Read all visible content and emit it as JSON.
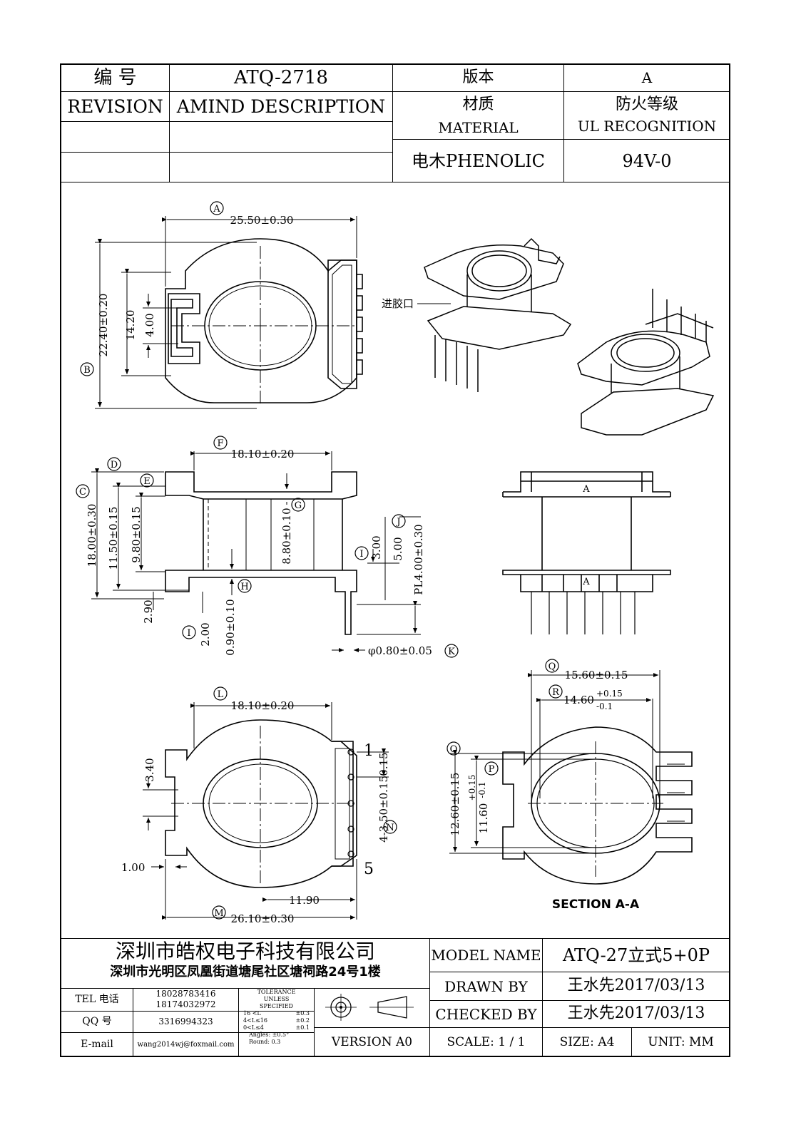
{
  "header": {
    "number_label": "编  号",
    "part_number": "ATQ-2718",
    "version_label": "版本",
    "version_value": "A",
    "revision_label": "REVISION",
    "amend_label": "AMIND DESCRIPTION",
    "material_label_cn": "材质",
    "material_label_en": "MATERIAL",
    "ul_label_cn": "防火等级",
    "ul_label_en": "UL RECOGNITION",
    "material_value": "电木PHENOLIC",
    "ul_value": "94V-0"
  },
  "dimensions": {
    "A": {
      "tag": "A",
      "text": "25.50±0.30"
    },
    "B": {
      "tag": "B",
      "text": "22.40±0.20"
    },
    "top_14": "14.20",
    "top_4": "4.00",
    "F": {
      "tag": "F",
      "text": "18.10±0.20"
    },
    "C": {
      "tag": "C",
      "text": "18.00±0.30"
    },
    "D": {
      "tag": "D"
    },
    "E": {
      "tag": "E"
    },
    "side_1150": "11.50±0.15",
    "side_980": "9.80±0.15",
    "G": {
      "tag": "G",
      "text": "8.80±0.10"
    },
    "H": {
      "tag": "H"
    },
    "side_290": "2.90",
    "I": {
      "tag": "I"
    },
    "side_200": "2.00",
    "side_090": "0.90±0.10",
    "side_300": "3.00",
    "J": {
      "tag": "J"
    },
    "side_500": "5.00",
    "side_pl": "PL4.00±0.30",
    "K": {
      "tag": "K",
      "text": "φ0.80±0.05"
    },
    "L": {
      "tag": "L",
      "text": "18.10±0.20"
    },
    "bot_340": "3.40",
    "bot_100": "1.00",
    "bot_1190": "11.90",
    "M": {
      "tag": "M",
      "text": "26.10±0.30"
    },
    "pin_1": "1",
    "pin_5": "5",
    "bot_015": "0.15",
    "N": {
      "tag": "N",
      "text": "4-3.50±0.15"
    },
    "Q": {
      "tag": "Q",
      "text": "15.60±0.15"
    },
    "R": {
      "tag": "R",
      "text": "14.60",
      "tol_up": "+0.15",
      "tol_dn": "-0.1"
    },
    "O": {
      "tag": "O",
      "text": "12.60±0.15"
    },
    "P": {
      "tag": "P",
      "text": "11.60",
      "tol_up": "+0.15",
      "tol_dn": "-0.1"
    },
    "section_label": "SECTION A-A",
    "gate_label": "进胶口",
    "sec_a_top": "A",
    "sec_a_bot": "A"
  },
  "title_block": {
    "company": "深圳市皓权电子科技有限公司",
    "address": "深圳市光明区凤凰街道塘尾社区塘祠路24号1楼",
    "tel_label": "TEL 电话",
    "tel_1": "18028783416",
    "tel_2": "18174032972",
    "qq_label": "QQ  号",
    "qq_value": "3316994323",
    "email_label": "E-mail",
    "email_value": "wang2014wj@foxmail.com",
    "tol_title_1": "TOLERANCE",
    "tol_title_2": "UNLESS",
    "tol_title_3": "SPECIFIED",
    "tol_rows": [
      {
        "range": "16 <L",
        "tol": "±0.3"
      },
      {
        "range": "4<L≤16",
        "tol": "±0.2"
      },
      {
        "range": "0<L≤4",
        "tol": "±0.1"
      }
    ],
    "tol_angles": "Angles: ±0.5°",
    "tol_round": "Round: 0.3",
    "version": "VERSION A0",
    "model_label": "MODEL NAME",
    "model_value": "ATQ-27立式5+0P",
    "drawn_label": "DRAWN BY",
    "drawn_value": "王水先2017/03/13",
    "checked_label": "CHECKED BY",
    "checked_value": "王水先2017/03/13",
    "scale_label": "SCALE: 1 / 1",
    "size_label": "SIZE: A4",
    "unit_label": "UNIT: MM"
  }
}
